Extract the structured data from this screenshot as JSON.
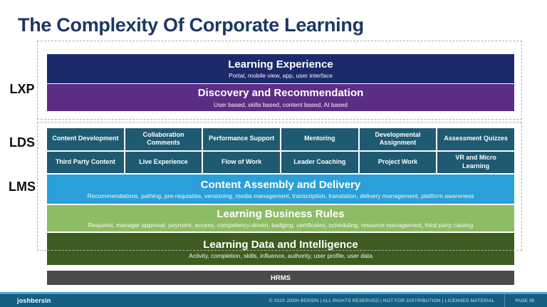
{
  "slide": {
    "title": "The Complexity Of Corporate Learning"
  },
  "side_labels": {
    "lxp": "LXP",
    "lds": "LDS",
    "lms": "LMS"
  },
  "lxp": {
    "experience": {
      "title": "Learning Experience",
      "subtitle": "Portal, mobile view, app, user interface",
      "color": "#1c2a6b"
    },
    "discovery": {
      "title": "Discovery and Recommendation",
      "subtitle": "User based, skills based, content based, AI based",
      "color": "#5b2d85"
    }
  },
  "lds": {
    "cell_color": "#1e5a72",
    "rows": [
      [
        "Content Development",
        "Collaboration Comments",
        "Performance Support",
        "Mentoring",
        "Developmental Assignment",
        "Assessment Quizzes"
      ],
      [
        "Third Party Content",
        "Live Experience",
        "Flow of Work",
        "Leader Coaching",
        "Project Work",
        "VR and Micro Learning"
      ]
    ]
  },
  "lms": {
    "assembly": {
      "title": "Content Assembly and Delivery",
      "subtitle": "Recommendations, pathing, pre-requisites, versioning, media management, transcription, translation, delivery management, platform awareness",
      "color": "#2b9fd8"
    },
    "rules": {
      "title": "Learning Business Rules",
      "subtitle": "Required, manager approval, payment, access, competency-driven, badging, certificates, scheduling, resource management, third party catalog",
      "color": "#8cbd64"
    },
    "data_intelligence": {
      "title": "Learning Data and Intelligence",
      "subtitle": "Activity, completion, skills, influence, authority, user profile, user data",
      "color": "#3d5d20"
    }
  },
  "hrms": {
    "label": "HRMS",
    "color": "#4a4a4a"
  },
  "footer": {
    "logo": "joshbersin",
    "copyright": "© 2020 JOSH BERSIN | ALL RIGHTS RESERVED | NOT FOR DISTRIBUTION | LICENSED MATERIAL",
    "page": "PAGE 39",
    "bar_color": "#145e82",
    "stripe_color": "#4ba6d6"
  }
}
